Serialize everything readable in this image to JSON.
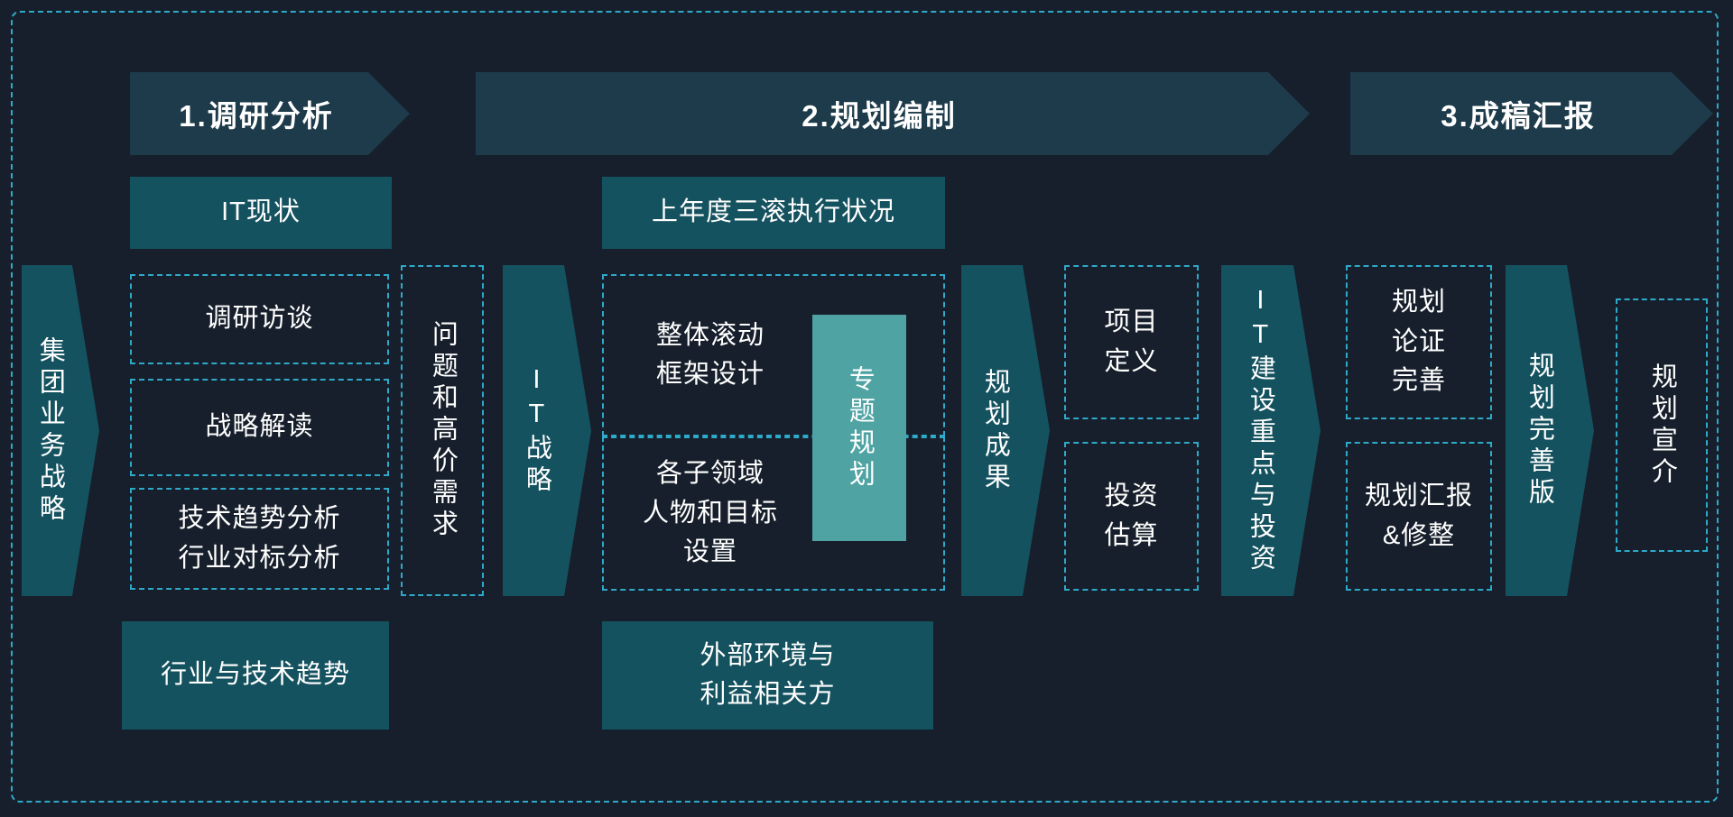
{
  "diagram": {
    "phases": [
      {
        "label": "1.调研分析"
      },
      {
        "label": "2.规划编制"
      },
      {
        "label": "3.成稿汇报"
      }
    ],
    "inputs": {
      "group_business_strategy": "集团业务战略"
    },
    "phase1": {
      "it_status": "IT现状",
      "research_interview": "调研访谈",
      "strategy_reading": "战略解读",
      "tech_trend_benchmark": "技术趋势分析\n行业对标分析",
      "industry_tech_trend": "行业与技术趋势",
      "problems_high_value_needs": "问题和高价需求",
      "it_strategy": "IT战略"
    },
    "phase2": {
      "last_year_rolling_execution": "上年度三滚执行状况",
      "overall_rolling_framework": "整体滚动\n框架设计",
      "subdomain_goals": "各子领域\n人物和目标\n设置",
      "special_topic_planning": "专题规划",
      "external_env_stakeholders": "外部环境与\n利益相关方",
      "planning_results": "规划成果",
      "project_definition": "项目\n定义",
      "investment_estimate": "投资\n估算",
      "it_construction_focus_investment": "IT建设重点与投资"
    },
    "phase3": {
      "plan_validation_improve": "规划\n论证\n完善",
      "plan_report_revise": "规划汇报\n&修整",
      "plan_final_version": "规划完善版",
      "plan_promotion": "规划宣介"
    },
    "colors": {
      "background": "#161f2b",
      "banner": "#1d3b4a",
      "solid_box": "#15525f",
      "accent_box": "#4fa3a3",
      "dashed_border": "#2fa9c9",
      "text": "#ffffff"
    }
  }
}
